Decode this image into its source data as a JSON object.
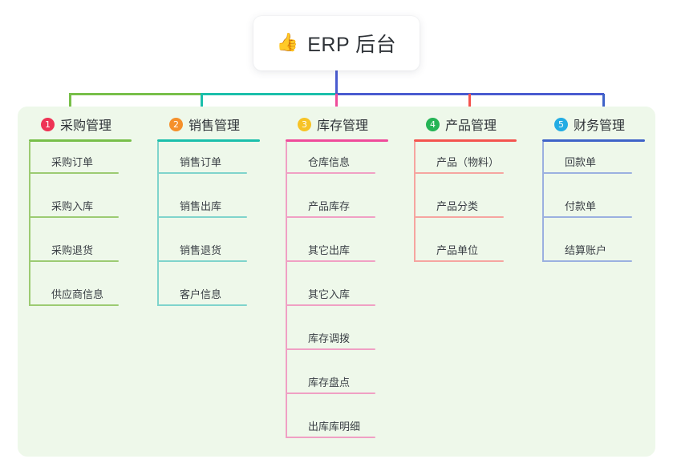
{
  "title": {
    "emoji": "👍",
    "emoji_name": "thumbs-up-icon",
    "text": "ERP 后台"
  },
  "colors": {
    "panel_background": "#eef8ea",
    "card_background": "#ffffff",
    "root_connector": "#4a5bd0",
    "green": "#78bf4a",
    "teal": "#1bbfab",
    "pink": "#ef4b9a",
    "red": "#f4544f",
    "blue": "#3f63c8",
    "leaf_green": "#9ccb72",
    "leaf_teal": "#7fd4cc",
    "leaf_pink": "#f0a0c4",
    "leaf_red": "#f6a5a0",
    "leaf_blue": "#9bb0e0",
    "badge_1": "#ee3355",
    "badge_2": "#f5902b",
    "badge_3": "#f7c326",
    "badge_4": "#25b456",
    "badge_5": "#23ace3",
    "text": "#2f3338",
    "leaf_text": "#3a3f45"
  },
  "columns": [
    {
      "index": "1",
      "badge_color": "#ee3355",
      "rule_color": "#78bf4a",
      "leaf_color": "#9ccb72",
      "title": "采购管理",
      "items": [
        "采购订单",
        "采购入库",
        "采购退货",
        "供应商信息"
      ]
    },
    {
      "index": "2",
      "badge_color": "#f5902b",
      "rule_color": "#1bbfab",
      "leaf_color": "#7fd4cc",
      "title": "销售管理",
      "items": [
        "销售订单",
        "销售出库",
        "销售退货",
        "客户信息"
      ]
    },
    {
      "index": "3",
      "badge_color": "#f7c326",
      "rule_color": "#ef4b9a",
      "leaf_color": "#f0a0c4",
      "title": "库存管理",
      "items": [
        "仓库信息",
        "产品库存",
        "其它出库",
        "其它入库",
        "库存调拨",
        "库存盘点",
        "出库库明细"
      ]
    },
    {
      "index": "4",
      "badge_color": "#25b456",
      "rule_color": "#f4544f",
      "leaf_color": "#f6a5a0",
      "title": "产品管理",
      "items": [
        "产品（物料）",
        "产品分类",
        "产品单位"
      ]
    },
    {
      "index": "5",
      "badge_color": "#23ace3",
      "rule_color": "#3f63c8",
      "leaf_color": "#9bb0e0",
      "title": "财务管理",
      "items": [
        "回款单",
        "付款单",
        "结算账户"
      ]
    }
  ]
}
